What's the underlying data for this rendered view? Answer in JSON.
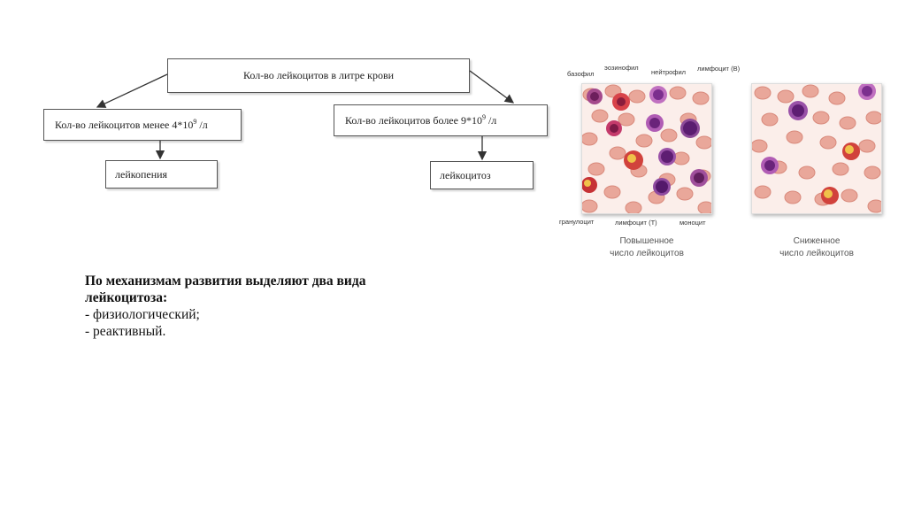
{
  "diagram": {
    "root": "Кол-во лейкоцитов в литре крови",
    "left_prefix": "Кол-во лейкоцитов менее 4*10",
    "left_exp": "9",
    "left_suffix": " /л",
    "right_prefix": "Кол-во лейкоцитов более 9*10",
    "right_exp": "9",
    "right_suffix": " /л",
    "left_result": "лейкопения",
    "right_result": "лейкоцитоз"
  },
  "figure": {
    "labels": {
      "basophil": "базофил",
      "eosinophil": "эозинофил",
      "neutrophil": "нейтрофил",
      "lymph_b": "лимфоцит (В)",
      "granulocyte": "гранулоцит",
      "lymph_t": "лимфоцит (Т)",
      "monocyte": "моноцит"
    },
    "caption_high_1": "Повышенное",
    "caption_high_2": "число лейкоцитов",
    "caption_low_1": "Сниженное",
    "caption_low_2": "число лейкоцитов"
  },
  "text": {
    "heading_1": "По механизмам развития выделяют два вида",
    "heading_2": "лейкоцитоза:",
    "item_1": "- физиологический;",
    "item_2": "- реактивный."
  }
}
